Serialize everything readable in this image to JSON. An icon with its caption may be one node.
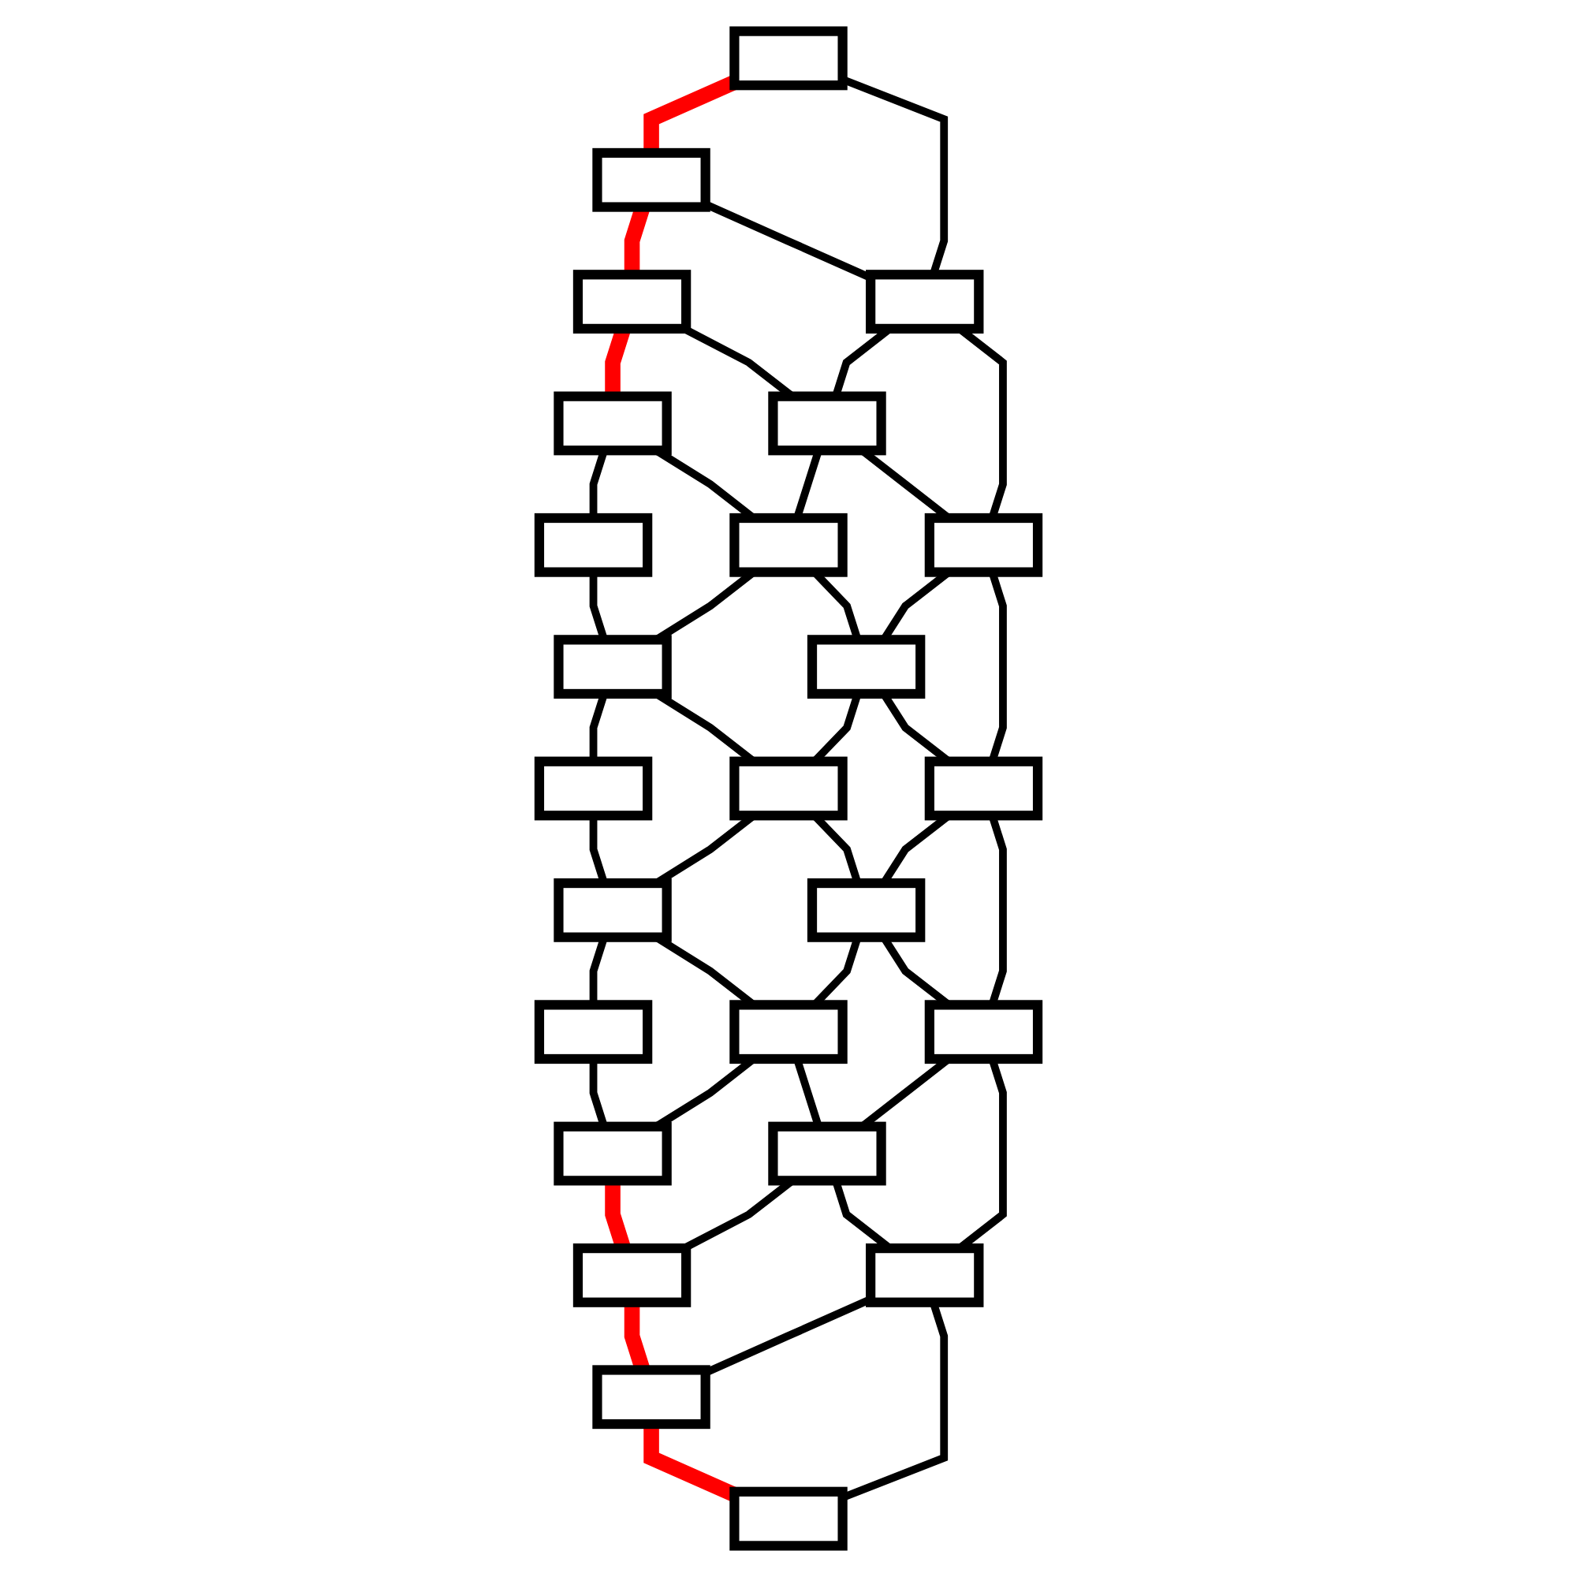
{
  "diagram": {
    "nodes": [
      {
        "text": [],
        "shape": "box"
      },
      {
        "text": [],
        "shape": "box"
      },
      {
        "text": [],
        "shape": "box"
      },
      {
        "text": [],
        "shape": "box"
      },
      {
        "text": [],
        "shape": "box"
      },
      {
        "text": [],
        "shape": "box"
      },
      {
        "text": [],
        "shape": "box"
      },
      {
        "text": [],
        "shape": "box"
      },
      {
        "text": [],
        "shape": "box"
      },
      {
        "text": [],
        "shape": "box"
      },
      {
        "text": [],
        "shape": "box"
      },
      {
        "text": [],
        "shape": "box"
      },
      {
        "text": [],
        "shape": "box"
      },
      {
        "text": [],
        "shape": "box"
      },
      {
        "text": [],
        "shape": "box"
      },
      {
        "text": [],
        "shape": "box"
      },
      {
        "text": [],
        "shape": "box"
      },
      {
        "text": [],
        "shape": "box"
      },
      {
        "text": [],
        "shape": "box"
      },
      {
        "text": [],
        "shape": "box"
      },
      {
        "text": [],
        "shape": "box"
      },
      {
        "text": [],
        "shape": "box"
      },
      {
        "text": [],
        "shape": "box"
      },
      {
        "text": [],
        "shape": "box"
      },
      {
        "text": [],
        "shape": "box"
      }
    ],
    "edges": [
      {
        "from": 0,
        "to": 1,
        "arrow": "none",
        "style": "thick",
        "color": "#ff0000"
      },
      {
        "from": 1,
        "to": 2,
        "arrow": "none",
        "style": "thick",
        "color": "#ff0000"
      },
      {
        "from": 2,
        "to": 3,
        "arrow": "none",
        "style": "thick",
        "color": "#ff0000"
      },
      {
        "from": 3,
        "to": 4,
        "arrow": "none"
      },
      {
        "from": 0,
        "to": 5,
        "arrow": "none"
      },
      {
        "from": 1,
        "to": 5,
        "arrow": "none"
      },
      {
        "from": 2,
        "to": 6,
        "arrow": "none"
      },
      {
        "from": 3,
        "to": 7,
        "arrow": "none"
      },
      {
        "from": 4,
        "to": 8,
        "arrow": "none"
      },
      {
        "from": 5,
        "to": 6,
        "arrow": "none"
      },
      {
        "from": 6,
        "to": 7,
        "arrow": "none"
      },
      {
        "from": 7,
        "to": 8,
        "arrow": "none"
      },
      {
        "from": 8,
        "to": 9,
        "arrow": "none"
      },
      {
        "from": 5,
        "to": 10,
        "arrow": "none"
      },
      {
        "from": 6,
        "to": 10,
        "arrow": "none"
      },
      {
        "from": 7,
        "to": 11,
        "arrow": "none"
      },
      {
        "from": 8,
        "to": 12,
        "arrow": "none"
      },
      {
        "from": 9,
        "to": 13,
        "arrow": "none"
      },
      {
        "from": 10,
        "to": 11,
        "arrow": "none"
      },
      {
        "from": 11,
        "to": 12,
        "arrow": "none"
      },
      {
        "from": 12,
        "to": 13,
        "arrow": "none"
      },
      {
        "from": 13,
        "to": 14,
        "arrow": "none"
      },
      {
        "from": 10,
        "to": 15,
        "arrow": "none"
      },
      {
        "from": 11,
        "to": 15,
        "arrow": "none"
      },
      {
        "from": 12,
        "to": 16,
        "arrow": "none"
      },
      {
        "from": 13,
        "to": 17,
        "arrow": "none"
      },
      {
        "from": 14,
        "to": 18,
        "arrow": "none"
      },
      {
        "from": 15,
        "to": 16,
        "arrow": "none"
      },
      {
        "from": 16,
        "to": 17,
        "arrow": "none"
      },
      {
        "from": 17,
        "to": 18,
        "arrow": "none"
      },
      {
        "from": 15,
        "to": 19,
        "arrow": "none"
      },
      {
        "from": 16,
        "to": 19,
        "arrow": "none"
      },
      {
        "from": 17,
        "to": 20,
        "arrow": "none"
      },
      {
        "from": 18,
        "to": 21,
        "arrow": "none",
        "style": "thick",
        "color": "#ff0000"
      },
      {
        "from": 19,
        "to": 20,
        "arrow": "none"
      },
      {
        "from": 20,
        "to": 21,
        "arrow": "none"
      },
      {
        "from": 19,
        "to": 22,
        "arrow": "none"
      },
      {
        "from": 20,
        "to": 22,
        "arrow": "none"
      },
      {
        "from": 21,
        "to": 23,
        "arrow": "none",
        "style": "thick",
        "color": "#ff0000"
      },
      {
        "from": 22,
        "to": 23,
        "arrow": "none"
      },
      {
        "from": 22,
        "to": 24,
        "arrow": "none"
      },
      {
        "from": 23,
        "to": 24,
        "arrow": "none",
        "style": "thick",
        "color": "#ff0000"
      }
    ]
  }
}
